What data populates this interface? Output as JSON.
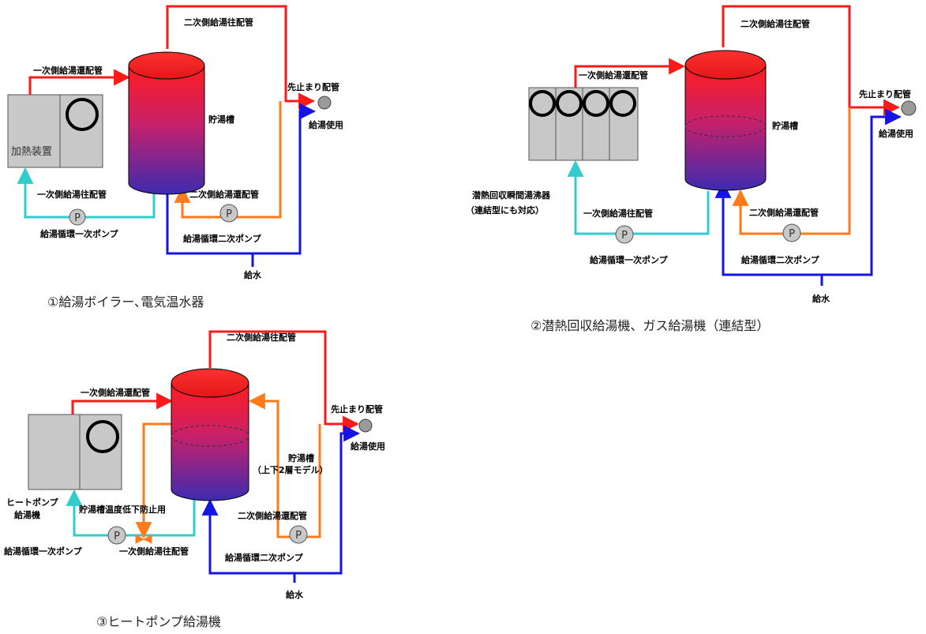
{
  "colors": {
    "hot": "#ff1a1a",
    "cold": "#1414e6",
    "secondary_return": "#ff7a1a",
    "primary_supply": "#33cccc",
    "heater_fill": "#c8c8c8",
    "pump_fill": "#c8c8c8",
    "tank_top": "#ff1e1e",
    "tank_bottom": "#3d2bb0"
  },
  "icons": {
    "pump": "circle-p-icon",
    "outlet": "gray-circle-icon",
    "heater_port": "ring-icon"
  },
  "pump_label": "P",
  "diagram1": {
    "caption": "①給湯ボイラー､電気温水器",
    "secondary_supply": "二次側給湯往配管",
    "primary_return": "一次側給湯還配管",
    "dead_end": "先止まり配管",
    "hot_use": "給湯使用",
    "tank": "貯湯槽",
    "heater": "加熱装置",
    "primary_supply": "一次側給湯往配管",
    "secondary_return": "二次側給湯還配管",
    "primary_pump": "給湯循環一次ポンプ",
    "secondary_pump": "給湯循環二次ポンプ",
    "water": "給水"
  },
  "diagram2": {
    "caption": "②潜熱回収給湯機、ガス給湯機（連結型）",
    "secondary_supply": "二次側給湯往配管",
    "primary_return": "一次側給湯還配管",
    "dead_end": "先止まり配管",
    "hot_use": "給湯使用",
    "tank": "貯湯槽",
    "heater_1": "潜熱回収瞬間湯沸器",
    "heater_2": "（連結型にも対応）",
    "primary_supply": "一次側給湯往配管",
    "secondary_return": "二次側給湯還配管",
    "primary_pump": "給湯循環一次ポンプ",
    "secondary_pump": "給湯循環二次ポンプ",
    "water": "給水"
  },
  "diagram3": {
    "caption": "③ヒートポンプ給湯機",
    "secondary_supply": "二次側給湯往配管",
    "primary_return": "一次側給湯還配管",
    "dead_end": "先止まり配管",
    "hot_use": "給湯使用",
    "tank_1": "貯湯槽",
    "tank_2": "（上下2層モデル）",
    "heater_1": "ヒートポンプ",
    "heater_2": "給湯機",
    "temp_drop": "貯湯槽温度低下防止用",
    "primary_supply": "一次側給湯往配管",
    "secondary_return": "二次側給湯還配管",
    "primary_pump": "給湯循環一次ポンプ",
    "secondary_pump": "給湯循環二次ポンプ",
    "water": "給水"
  }
}
